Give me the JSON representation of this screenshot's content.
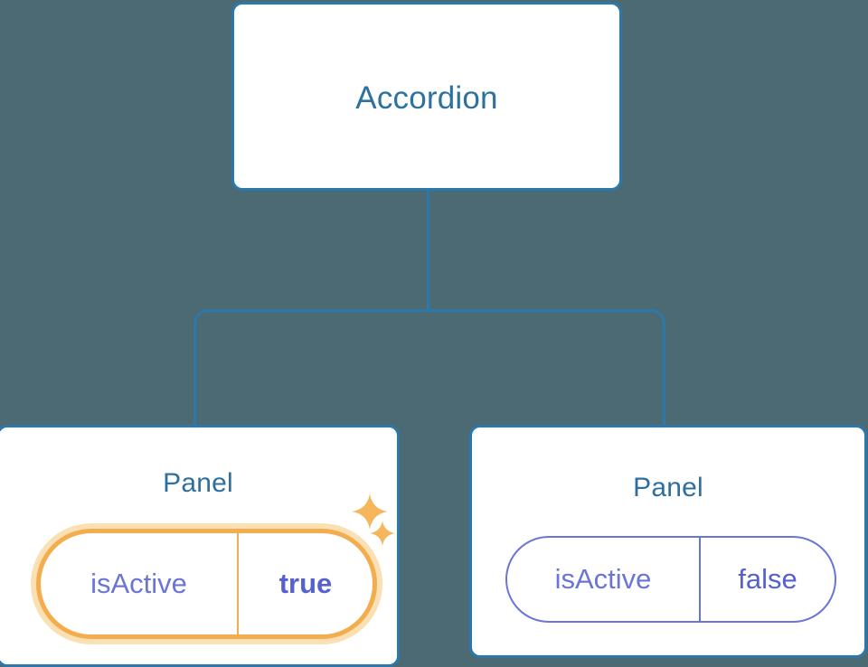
{
  "diagram": {
    "type": "component-tree",
    "background_color": "#4c6a73",
    "node_border_color": "#2d78ab",
    "node_title_color": "#2d719f",
    "connector_color": "#2d78ab",
    "highlight_color": "#f3ad4e",
    "highlight_glow_color": "#fbe0b4",
    "prop_color": "#6b75d6",
    "value_color": "#5560d2"
  },
  "root": {
    "title": "Accordion"
  },
  "children": [
    {
      "title": "Panel",
      "highlighted": true,
      "prop": {
        "key": "isActive",
        "value": "true"
      },
      "sparkles": [
        "sparkle-large-icon",
        "sparkle-small-icon"
      ]
    },
    {
      "title": "Panel",
      "highlighted": false,
      "prop": {
        "key": "isActive",
        "value": "false"
      }
    }
  ]
}
